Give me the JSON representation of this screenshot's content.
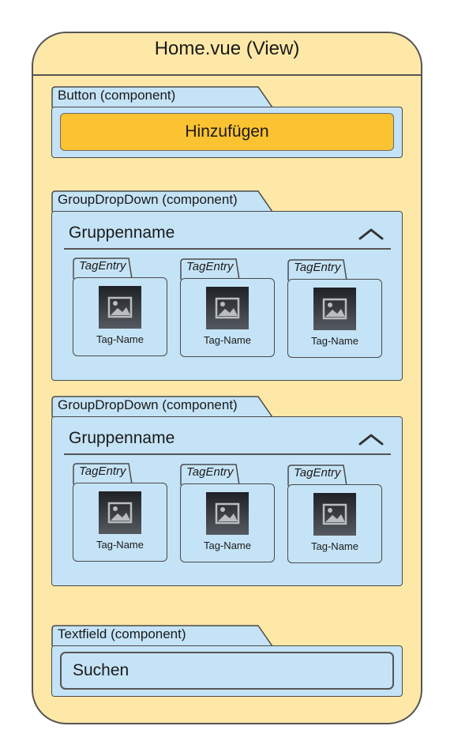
{
  "view": {
    "title": "Home.vue (View)"
  },
  "button_component": {
    "label": "Button (component)",
    "button_text": "Hinzufügen"
  },
  "groups": [
    {
      "label": "GroupDropDown (component)",
      "title": "Gruppenname",
      "tags": [
        {
          "label": "TagEntry",
          "name": "Tag-Name"
        },
        {
          "label": "TagEntry",
          "name": "Tag-Name"
        },
        {
          "label": "TagEntry",
          "name": "Tag-Name"
        }
      ]
    },
    {
      "label": "GroupDropDown (component)",
      "title": "Gruppenname",
      "tags": [
        {
          "label": "TagEntry",
          "name": "Tag-Name"
        },
        {
          "label": "TagEntry",
          "name": "Tag-Name"
        },
        {
          "label": "TagEntry",
          "name": "Tag-Name"
        }
      ]
    }
  ],
  "textfield_component": {
    "label": "Textfield (component)",
    "value": "Suchen"
  },
  "icons": {
    "collapse": "chevron-up-icon",
    "tag_image": "image-placeholder-icon"
  },
  "colors": {
    "view_bg": "#fde8a8",
    "component_bg": "#c5e3f6",
    "button_bg": "#fbc232",
    "stroke": "#555555"
  }
}
